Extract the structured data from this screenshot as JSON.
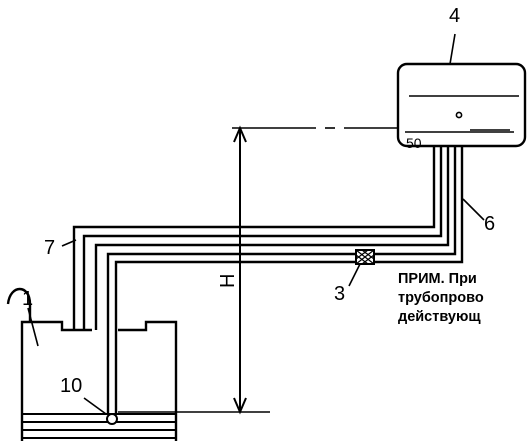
{
  "labels": {
    "reservoir": "1",
    "filter": "3",
    "device": "4",
    "return_line": "6",
    "suction_line": "7",
    "inlet": "10",
    "height": "H",
    "device_mark": "50"
  },
  "note": {
    "line1": "ПРИМ. При",
    "line2": "трубопрово",
    "line3": "действующ"
  }
}
